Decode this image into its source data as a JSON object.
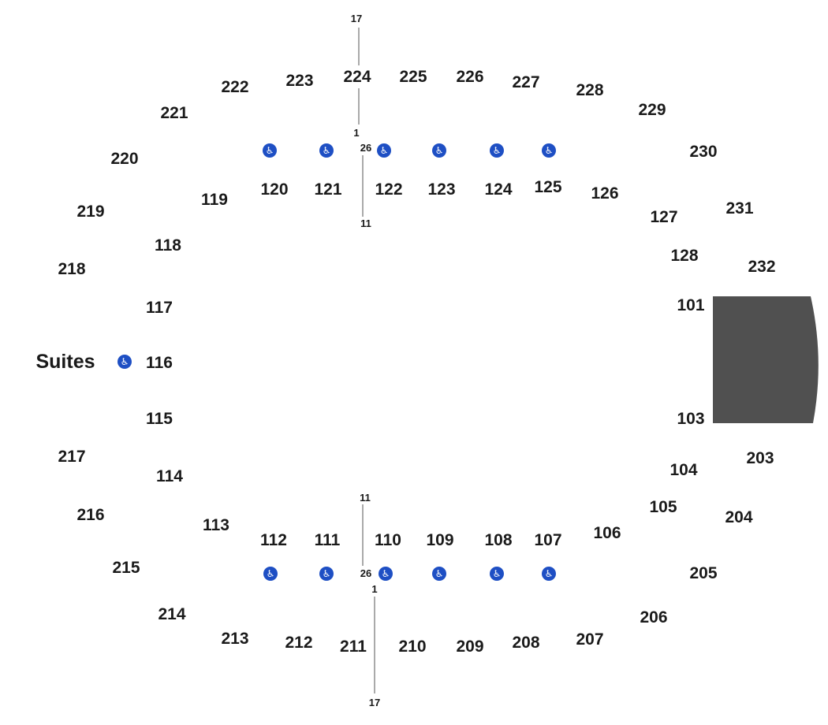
{
  "colors": {
    "stage": "#505050",
    "accessible": "#1e4fc4",
    "text": "#1a1a1a",
    "aisle_line": "#555555"
  },
  "suites_label": "Suites",
  "accessible_icon": "wheelchair-icon",
  "aisle_numbers": {
    "north_top": "17",
    "north_bottom": "1",
    "north_row_top": "26",
    "north_row_bottom": "11",
    "south_top": "11",
    "south_row_top": "26",
    "south_row_bottom": "1",
    "south_bottom": "17"
  },
  "sections": {
    "s224": "224",
    "s225": "225",
    "s226": "226",
    "s227": "227",
    "s228": "228",
    "s229": "229",
    "s230": "230",
    "s231": "231",
    "s232": "232",
    "s223": "223",
    "s222": "222",
    "s221": "221",
    "s220": "220",
    "s219": "219",
    "s218": "218",
    "s217": "217",
    "s216": "216",
    "s215": "215",
    "s214": "214",
    "s213": "213",
    "s212": "212",
    "s211": "211",
    "s210": "210",
    "s209": "209",
    "s208": "208",
    "s207": "207",
    "s206": "206",
    "s205": "205",
    "s204": "204",
    "s203": "203",
    "s101": "101",
    "s103": "103",
    "s104": "104",
    "s105": "105",
    "s106": "106",
    "s107": "107",
    "s108": "108",
    "s109": "109",
    "s110": "110",
    "s111": "111",
    "s112": "112",
    "s113": "113",
    "s114": "114",
    "s115": "115",
    "s116": "116",
    "s117": "117",
    "s118": "118",
    "s119": "119",
    "s120": "120",
    "s121": "121",
    "s122": "122",
    "s123": "123",
    "s124": "124",
    "s125": "125",
    "s126": "126",
    "s127": "127",
    "s128": "128"
  }
}
